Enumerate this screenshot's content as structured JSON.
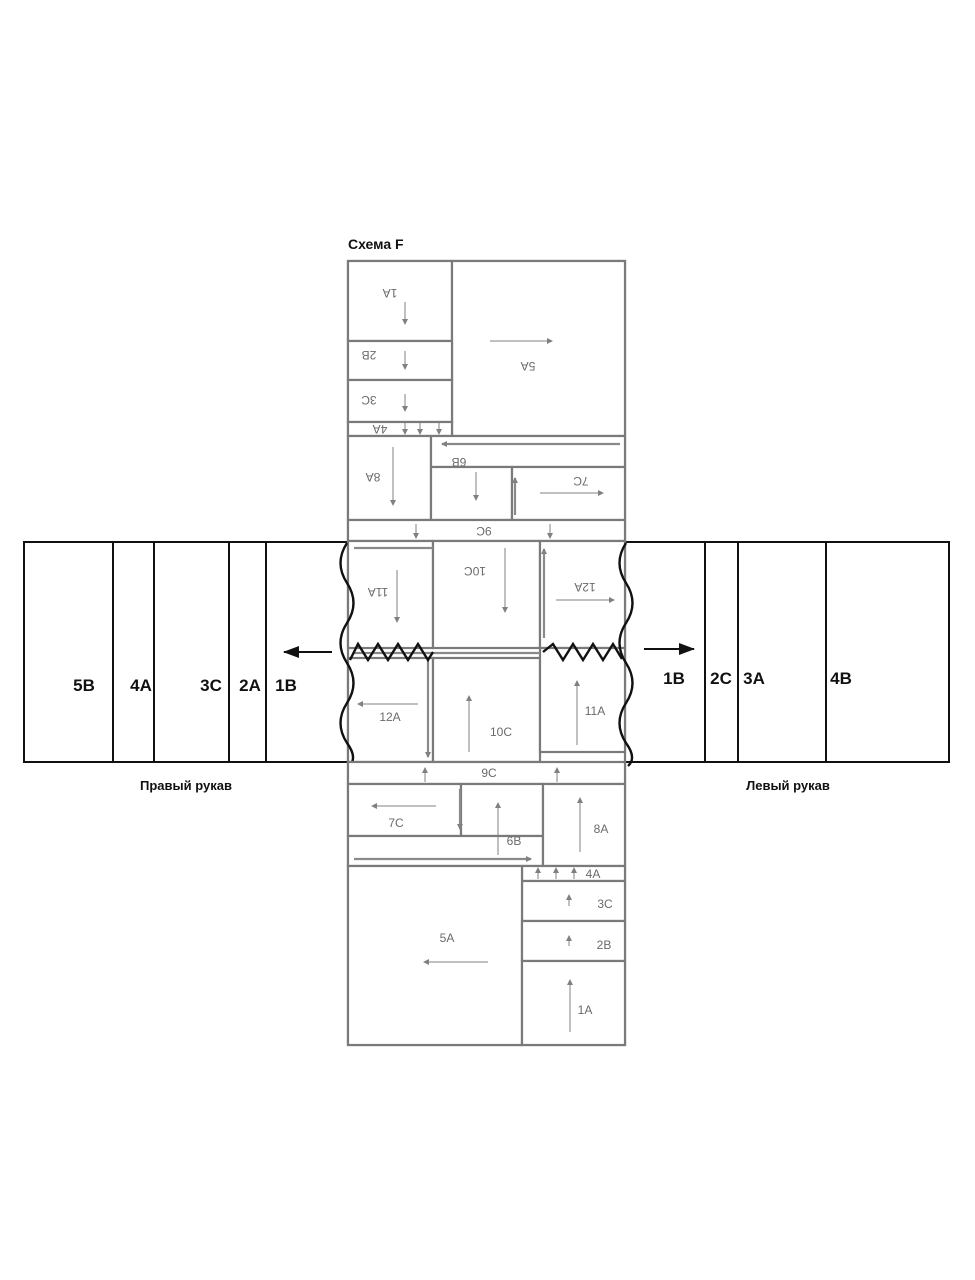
{
  "title": "Схема F",
  "captions": {
    "right_sleeve": "Правый рукав",
    "left_sleeve": "Левый рукав"
  },
  "right_sleeve": [
    "5B",
    "4A",
    "3C",
    "2A",
    "1B"
  ],
  "left_sleeve": [
    "1B",
    "2C",
    "3A",
    "4B"
  ],
  "top_back": {
    "b1": "1A",
    "b2": "2B",
    "b3": "3C",
    "b4": "4A",
    "b5": "5A",
    "b6": "6B",
    "b7": "7C",
    "b8": "8A",
    "b9": "9C"
  },
  "center": {
    "c10_top": "10C",
    "c11_top": "11A",
    "c12_top": "12A",
    "c12_bottom": "12A",
    "c10_bottom": "10C",
    "c11_bottom": "11A"
  },
  "bottom_front": {
    "b9": "9C",
    "b7": "7C",
    "b6": "6B",
    "b8": "8A",
    "b4": "4A",
    "b3": "3C",
    "b5": "5A",
    "b2": "2B",
    "b1": "1A"
  },
  "colors": {
    "block_stroke": "#7a7a7a",
    "line": "#111111",
    "text": "#6a6a6a"
  }
}
